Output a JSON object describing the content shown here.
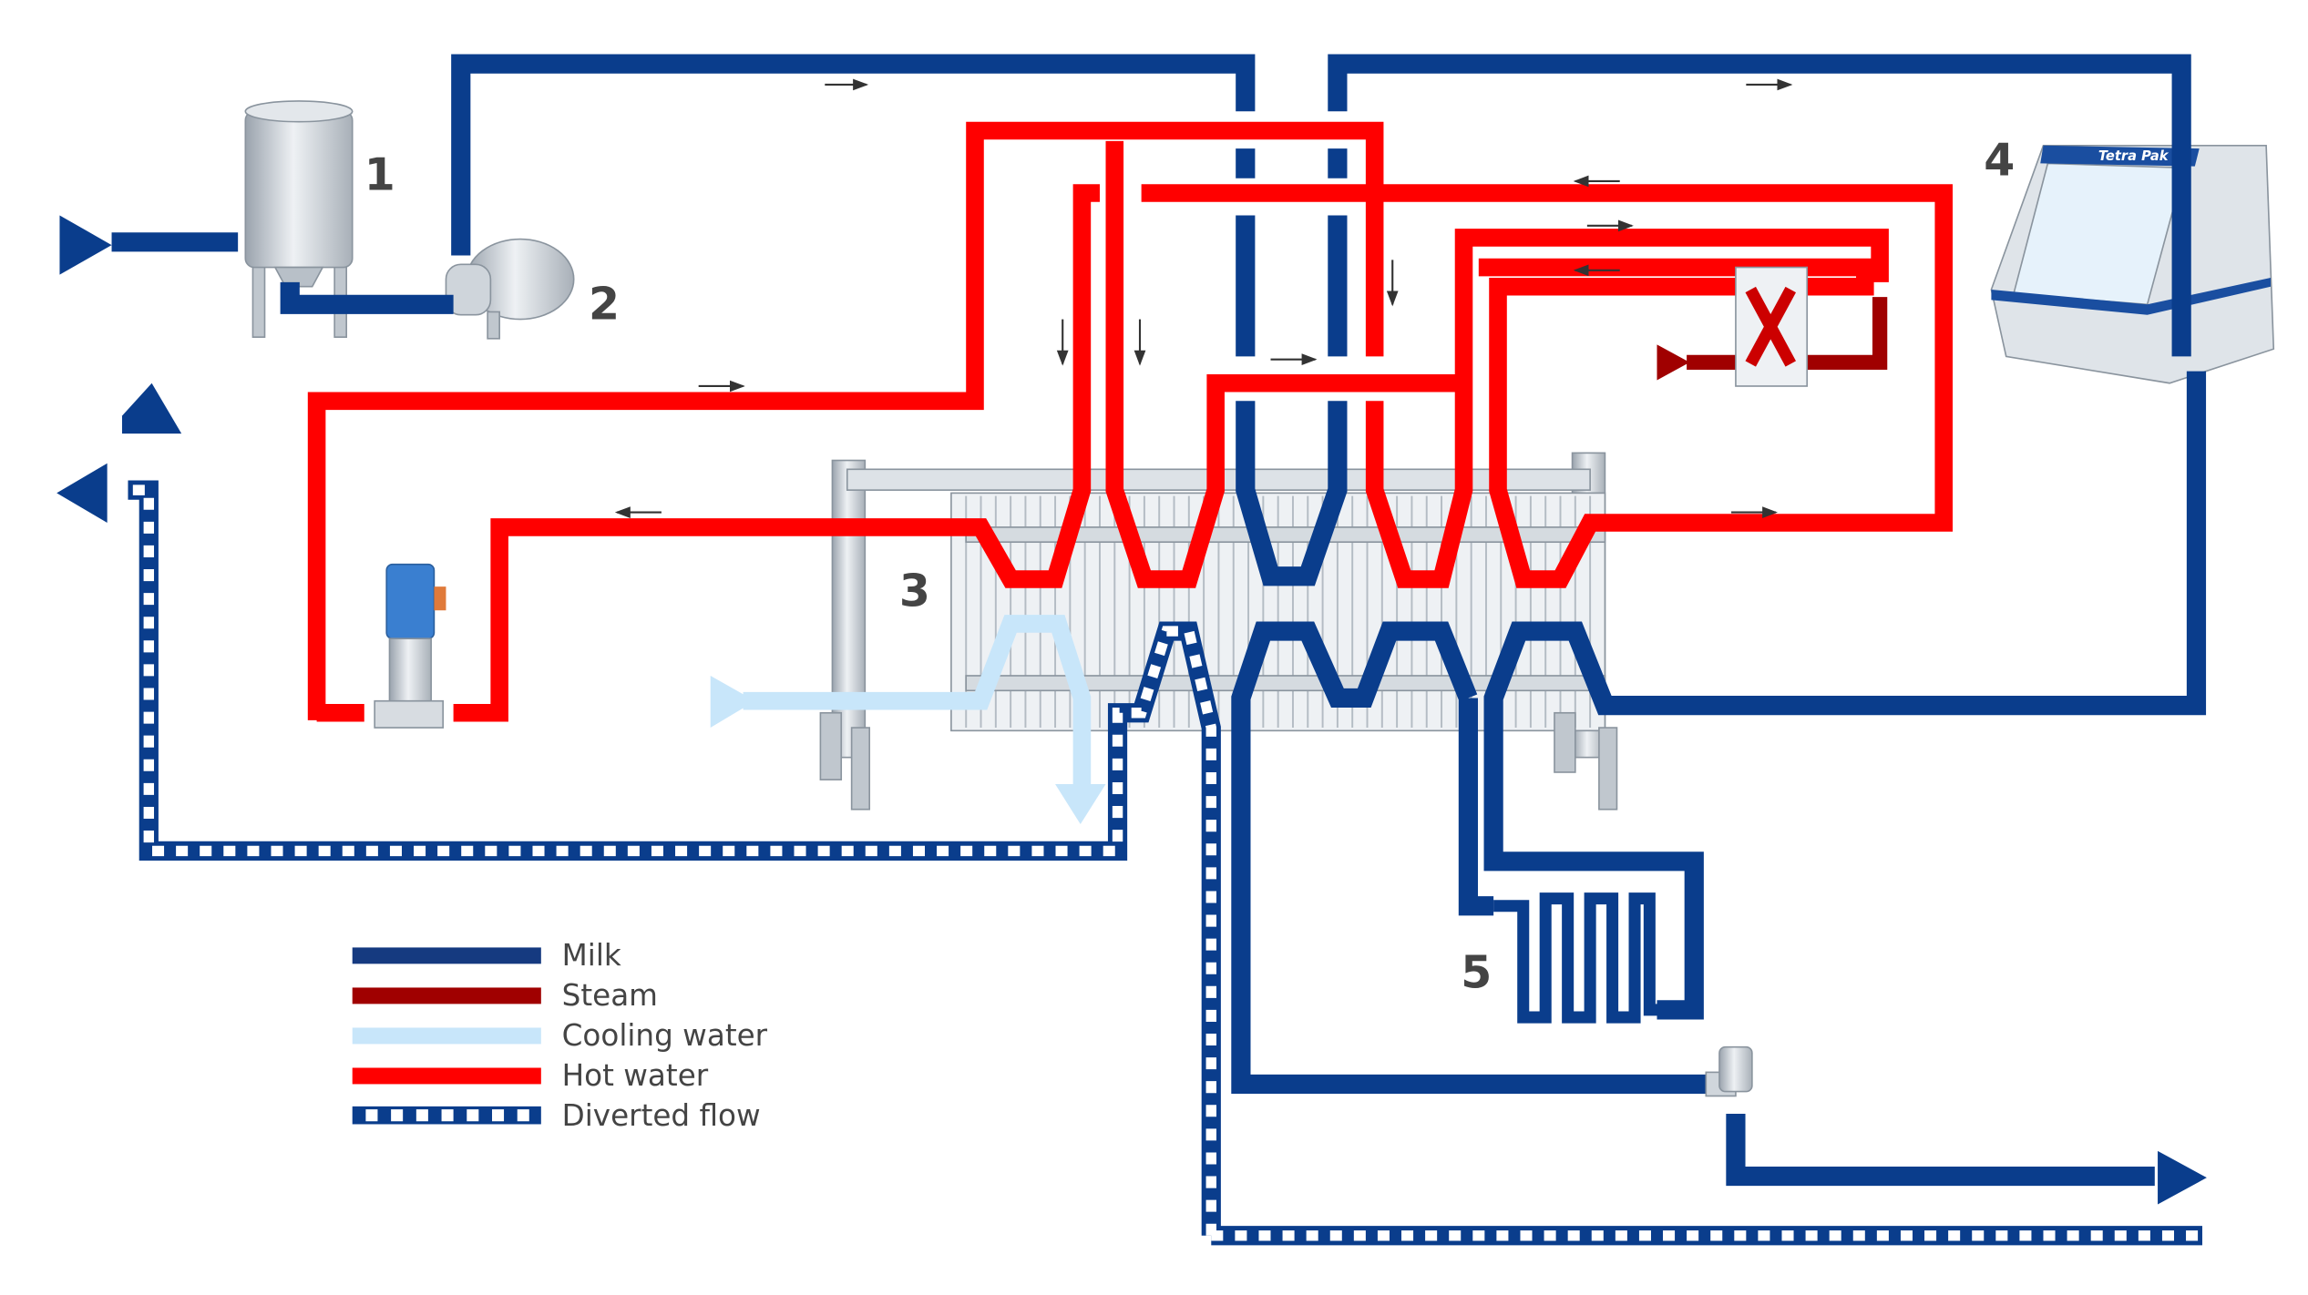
{
  "colors": {
    "milk": "#0a3d8c",
    "steam": "#a00000",
    "cooling_water": "#c8e6fa",
    "hot_water": "#ff0000",
    "diverted_flow": "#0a3d8c",
    "equipment": "#c9ced4"
  },
  "labels": {
    "tank": "1",
    "pump": "2",
    "heat_exchanger": "3",
    "control_unit": "4",
    "holding_tube": "5"
  },
  "logo_text": "Tetra Pak",
  "legend": [
    {
      "label": "Milk",
      "key": "milk"
    },
    {
      "label": "Steam",
      "key": "steam"
    },
    {
      "label": "Cooling water",
      "key": "cooling_water"
    },
    {
      "label": "Hot water",
      "key": "hot_water"
    },
    {
      "label": "Diverted flow",
      "key": "diverted_flow"
    }
  ]
}
